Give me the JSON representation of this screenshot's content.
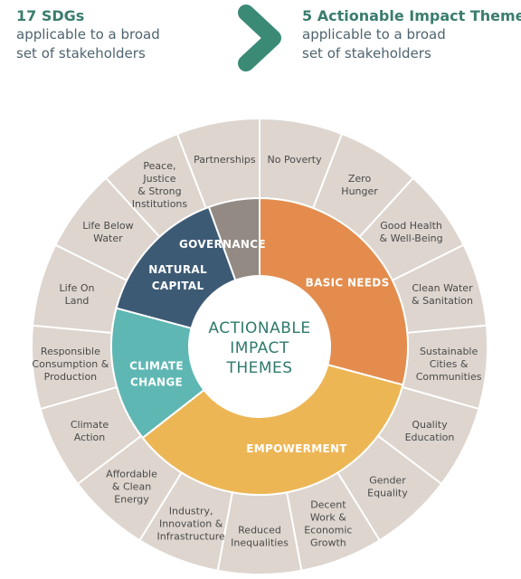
{
  "header": {
    "left": {
      "title": "17 SDGs",
      "subtitle_line1": "applicable to a broad",
      "subtitle_line2": "set of stakeholders"
    },
    "right": {
      "title": "5 Actionable Impact Themes",
      "subtitle_line1": "applicable to a broad",
      "subtitle_line2": "set of stakeholders"
    },
    "arrow_icon": "arrow-right-icon"
  },
  "center": {
    "lines": [
      "ACTIONABLE",
      "IMPACT",
      "THEMES"
    ]
  },
  "themes": [
    {
      "lines": [
        "BASIC NEEDS"
      ],
      "color": "#e38c4d"
    },
    {
      "lines": [
        "EMPOWERMENT"
      ],
      "color": "#edb655"
    },
    {
      "lines": [
        "CLIMATE",
        "CHANGE"
      ],
      "color": "#5fb7b3"
    },
    {
      "lines": [
        "NATURAL",
        "CAPITAL"
      ],
      "color": "#3d5a75"
    },
    {
      "lines": [
        "GOVERNANCE"
      ],
      "color": "#928a83"
    }
  ],
  "sdgs": [
    {
      "lines": [
        "No Poverty"
      ]
    },
    {
      "lines": [
        "Zero",
        "Hunger"
      ]
    },
    {
      "lines": [
        "Good Health",
        "& Well-Being"
      ]
    },
    {
      "lines": [
        "Clean Water",
        "& Sanitation"
      ]
    },
    {
      "lines": [
        "Sustainable",
        "Cities &",
        "Communities"
      ]
    },
    {
      "lines": [
        "Quality",
        "Education"
      ]
    },
    {
      "lines": [
        "Gender",
        "Equality"
      ]
    },
    {
      "lines": [
        "Decent",
        "Work &",
        "Economic",
        "Growth"
      ]
    },
    {
      "lines": [
        "Reduced",
        "Inequalities"
      ]
    },
    {
      "lines": [
        "Industry,",
        "Innovation &",
        "Infrastructure"
      ]
    },
    {
      "lines": [
        "Affordable",
        "& Clean",
        "Energy"
      ]
    },
    {
      "lines": [
        "Climate",
        "Action"
      ]
    },
    {
      "lines": [
        "Responsible",
        "Consumption &",
        "Production"
      ]
    },
    {
      "lines": [
        "Life On",
        "Land"
      ]
    },
    {
      "lines": [
        "Life Below",
        "Water"
      ]
    },
    {
      "lines": [
        "Peace,",
        "Justice",
        "& Strong",
        "Institutions"
      ]
    },
    {
      "lines": [
        "Partnerships"
      ]
    }
  ],
  "colors": {
    "outer_ring": "#ddd5ce",
    "separator": "#ffffff",
    "accent_teal": "#3a7d6f",
    "text_slate": "#4e6470"
  }
}
